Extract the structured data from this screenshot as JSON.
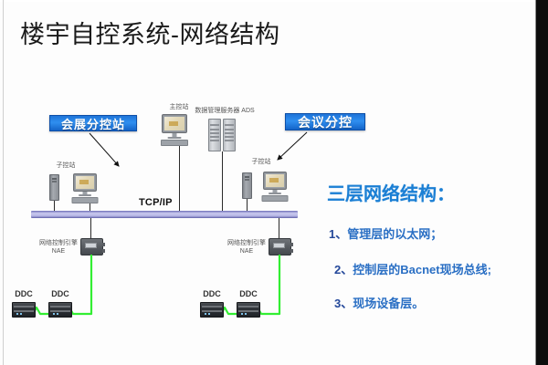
{
  "page": {
    "title": "楼宇自控系统-网络结构"
  },
  "diagram": {
    "callouts": [
      {
        "name": "exhibition-substation",
        "label": "会展分控站"
      },
      {
        "name": "meeting-substation",
        "label": "会议分控"
      }
    ],
    "captions": {
      "main_station": "主控站",
      "data_server": "数据管理服务器 ADS",
      "sub_station_left": "子控站",
      "sub_station_right": "子控站",
      "nae_left_line1": "网络控制引擎",
      "nae_left_line2": "NAE",
      "nae_right_line1": "网络控制引擎",
      "nae_right_line2": "NAE",
      "ddc_1": "DDC",
      "ddc_2": "DDC",
      "ddc_3": "DDC",
      "ddc_4": "DDC"
    },
    "bus": {
      "label": "TCP/IP",
      "color": "#b5b5e4"
    },
    "fieldbus_color": "#33ee33"
  },
  "three_layer": {
    "title": "三层网络结构：",
    "items": [
      {
        "num": "1、",
        "text": "管理层的以太网；"
      },
      {
        "num": "2、",
        "text": "控制层的Bacnet现场总线;"
      },
      {
        "num": "3、",
        "text": "现场设备层。"
      }
    ],
    "accent_color": "#1b7fd4"
  }
}
